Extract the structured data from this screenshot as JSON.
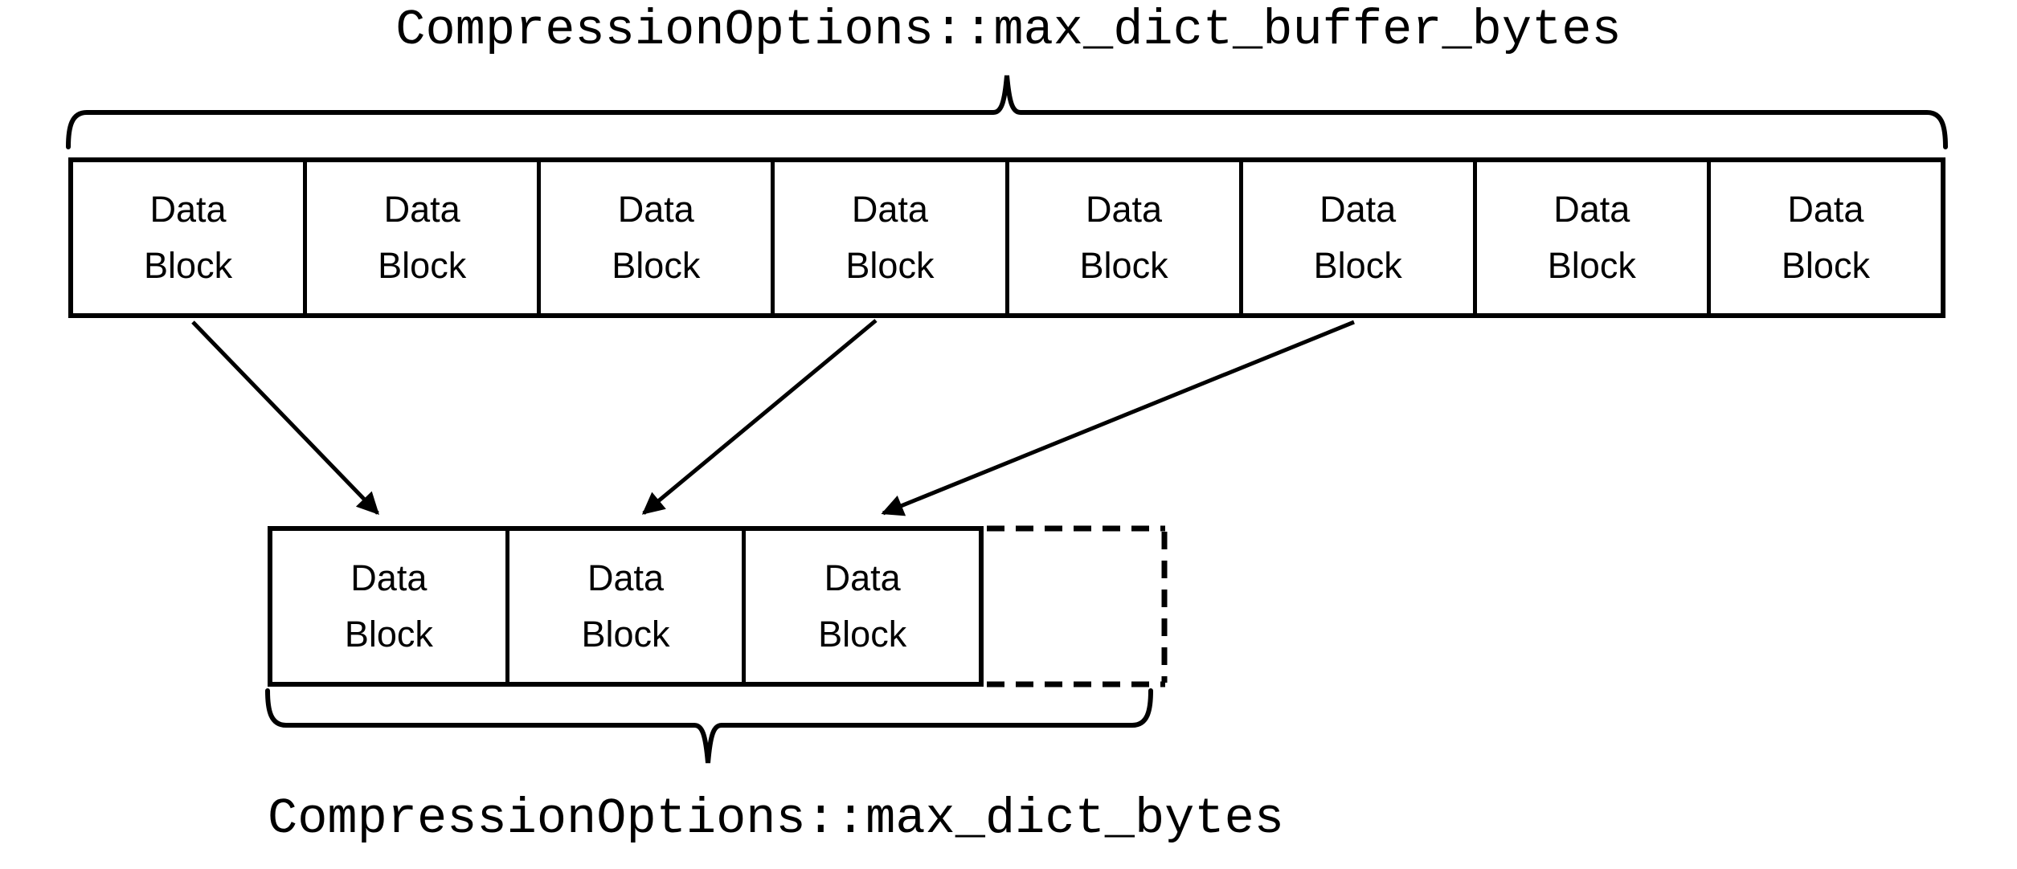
{
  "diagram": {
    "top_label": "CompressionOptions::max_dict_buffer_bytes",
    "bottom_label": "CompressionOptions::max_dict_bytes",
    "top_row": {
      "blocks": [
        "Data\nBlock",
        "Data\nBlock",
        "Data\nBlock",
        "Data\nBlock",
        "Data\nBlock",
        "Data\nBlock",
        "Data\nBlock",
        "Data\nBlock"
      ]
    },
    "bottom_row": {
      "blocks": [
        "Data\nBlock",
        "Data\nBlock",
        "Data\nBlock"
      ],
      "pending_block": ""
    },
    "arrows": [
      {
        "from_top_block": 1,
        "to_bottom_block": 1
      },
      {
        "from_top_block": 4,
        "to_bottom_block": 2
      },
      {
        "from_top_block": 6,
        "to_bottom_block": 3
      }
    ],
    "colors": {
      "stroke": "#000000",
      "background": "#ffffff"
    }
  }
}
